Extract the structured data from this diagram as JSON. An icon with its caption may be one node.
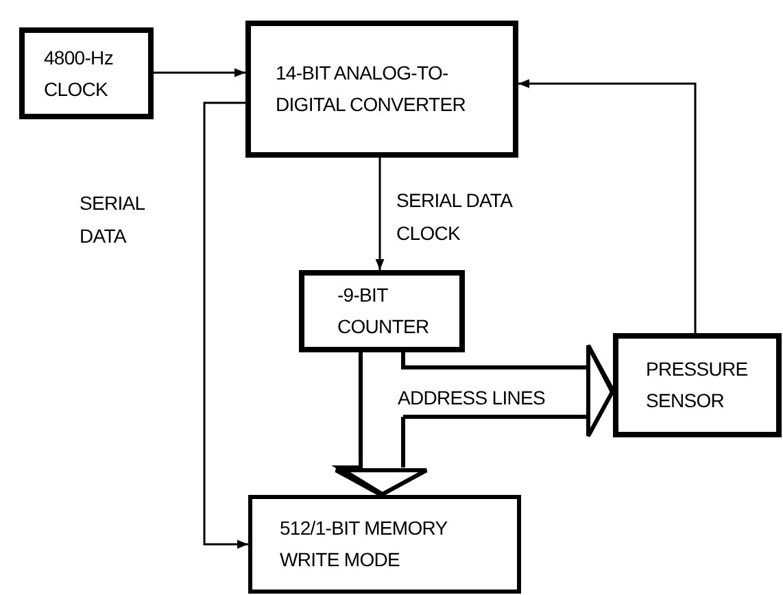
{
  "diagram": {
    "nodes": [
      {
        "text": [
          "4800-Hz CLOCK"
        ]
      },
      {
        "text": [
          "14-BIT ANALOG-TO-DIGITAL CONVERTER"
        ]
      },
      {
        "text": [
          "-9-BIT COUNTER"
        ]
      },
      {
        "text": [
          "PRESSURE SENSOR"
        ]
      },
      {
        "text": [
          "512/1-BIT MEMORY WRITE MODE"
        ]
      }
    ],
    "edges": [
      {
        "from": 0,
        "to": 1,
        "arrow": "to"
      },
      {
        "from": 1,
        "to": 4,
        "arrow": "to",
        "label": "SERIAL DATA"
      },
      {
        "from": 1,
        "to": 2,
        "arrow": "to",
        "label": "SERIAL DATA CLOCK"
      },
      {
        "from": 3,
        "to": 1,
        "arrow": "to"
      },
      {
        "from": 2,
        "to": 3,
        "arrow": "to",
        "label": "ADDRESS LINES",
        "style": "thick"
      },
      {
        "from": 2,
        "to": 4,
        "arrow": "to",
        "style": "thick"
      }
    ]
  }
}
